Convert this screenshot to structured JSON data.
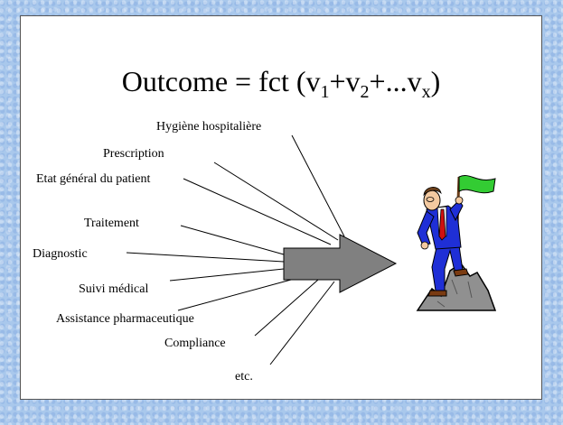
{
  "slide": {
    "title": {
      "prefix": "Outcome = fct (v",
      "sub1": "1",
      "mid1": "+v",
      "sub2": "2",
      "mid2": "+...v",
      "sub3": "x",
      "suffix": ")"
    },
    "factors": [
      "Hygiène hospitalière",
      "Prescription",
      "Etat général du patient",
      "Traitement",
      "Diagnostic",
      "Suivi médical",
      "Assistance  pharmaceutique",
      "Compliance",
      "etc."
    ],
    "colors": {
      "arrow_fill": "#808080",
      "flag": "#33cc33",
      "suit": "#1f2fd6",
      "tie": "#d01010",
      "rock": "#909090"
    },
    "illustration": "businessman-on-summit-with-flag"
  }
}
